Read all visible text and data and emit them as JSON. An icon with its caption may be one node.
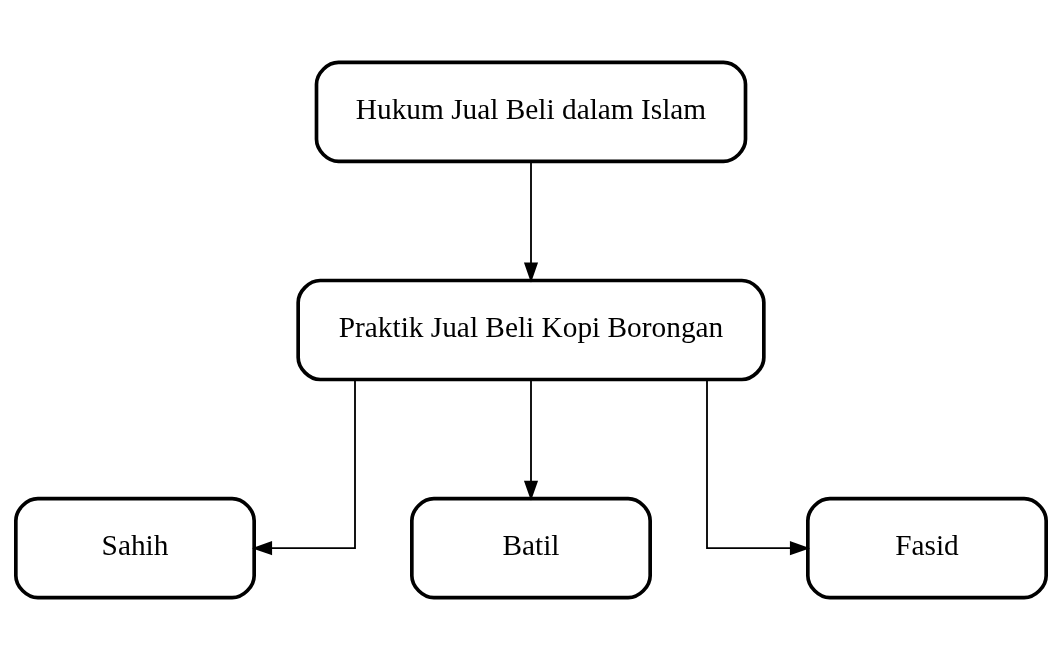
{
  "diagram": {
    "nodes": [
      {
        "text": [
          "Hukum Jual Beli dalam Islam"
        ]
      },
      {
        "text": [
          "Praktik Jual Beli Kopi Borongan"
        ]
      },
      {
        "text": [
          "Sahih"
        ]
      },
      {
        "text": [
          "Batil"
        ]
      },
      {
        "text": [
          "Fasid"
        ]
      }
    ],
    "edges": [
      {
        "from": 0,
        "to": 1,
        "arrow": "to"
      },
      {
        "from": 1,
        "to": 2,
        "arrow": "to"
      },
      {
        "from": 1,
        "to": 3,
        "arrow": "to"
      },
      {
        "from": 1,
        "to": 4,
        "arrow": "to"
      }
    ]
  }
}
